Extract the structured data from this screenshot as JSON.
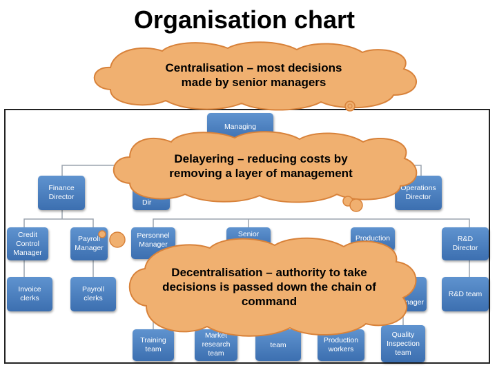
{
  "title": "Organisation chart",
  "clouds": {
    "centralisation": "Centralisation – most decisions made by senior managers",
    "delayering": "Delayering – reducing costs by removing a layer of management",
    "decentralisation": "Decentralisation – authority to take decisions is passed down the chain of command"
  },
  "org": {
    "managing": "Managing",
    "finance_director": "Finance Director",
    "hr_director_partial": "Dir",
    "operations_director": "Operations Director",
    "credit_control_manager": "Credit Control Manager",
    "payroll_manager": "Payroll Manager",
    "personnel_manager": "Personnel Manager",
    "senior": "Senior",
    "production_partial": "Production",
    "rd_director": "R&D Director",
    "invoice_clerks": "Invoice clerks",
    "payroll_clerks": "Payroll clerks",
    "manager_partial": "Manager",
    "rd_team": "R&D team",
    "training_team": "Training team",
    "market_research_team": "Market research team",
    "team_partial": "team",
    "production_workers": "Production workers",
    "quality_inspection_team": "Quality Inspection team"
  },
  "colors": {
    "box": "#4a7ebf",
    "cloud_fill": "#f0b070",
    "cloud_stroke": "#d8823a"
  }
}
